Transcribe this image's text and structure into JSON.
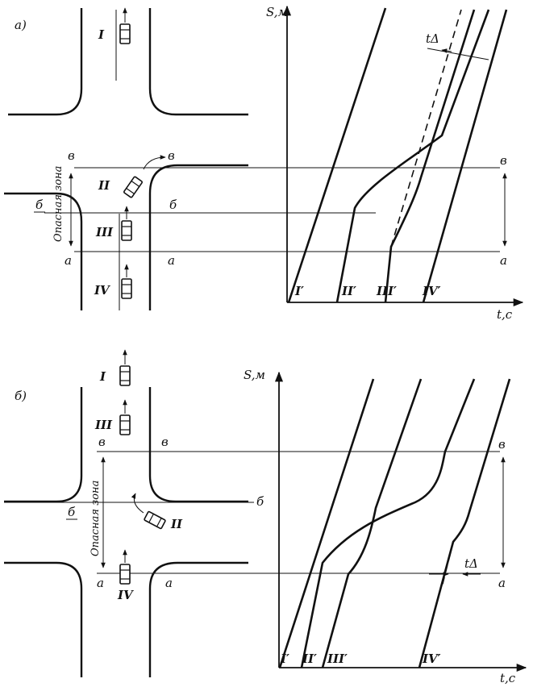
{
  "panel_a": {
    "label": "а)",
    "zone_label": "Опасная зона",
    "line_labels": {
      "v": "в",
      "b": "б",
      "a": "а"
    },
    "car_labels": [
      "I",
      "II",
      "III",
      "IV"
    ],
    "curve_labels": [
      "I′",
      "II′",
      "III′",
      "IV′"
    ],
    "axis_s": "S,м",
    "axis_t": "t,c",
    "gap_label": "tΔ"
  },
  "panel_b": {
    "label": "б)",
    "zone_label": "Опасная зона",
    "line_labels": {
      "v": "в",
      "b": "б",
      "a": "а"
    },
    "car_labels": [
      "I",
      "III",
      "II",
      "IV"
    ],
    "curve_labels": [
      "I′",
      "II′",
      "III′",
      "IV′"
    ],
    "axis_s": "S,м",
    "axis_t": "t,c",
    "gap_label": "tΔ"
  },
  "colors": {
    "ink": "#111111",
    "paper": "#ffffff"
  }
}
